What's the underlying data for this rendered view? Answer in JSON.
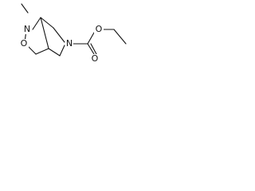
{
  "molecule": {
    "atoms": {
      "n_ring": "N",
      "o_ring": "O",
      "n_pyrrolidine": "N",
      "o_carbonyl": "O",
      "o_ester": "O"
    }
  },
  "colors": {
    "bond": "#111111",
    "background": "#ffffff"
  }
}
